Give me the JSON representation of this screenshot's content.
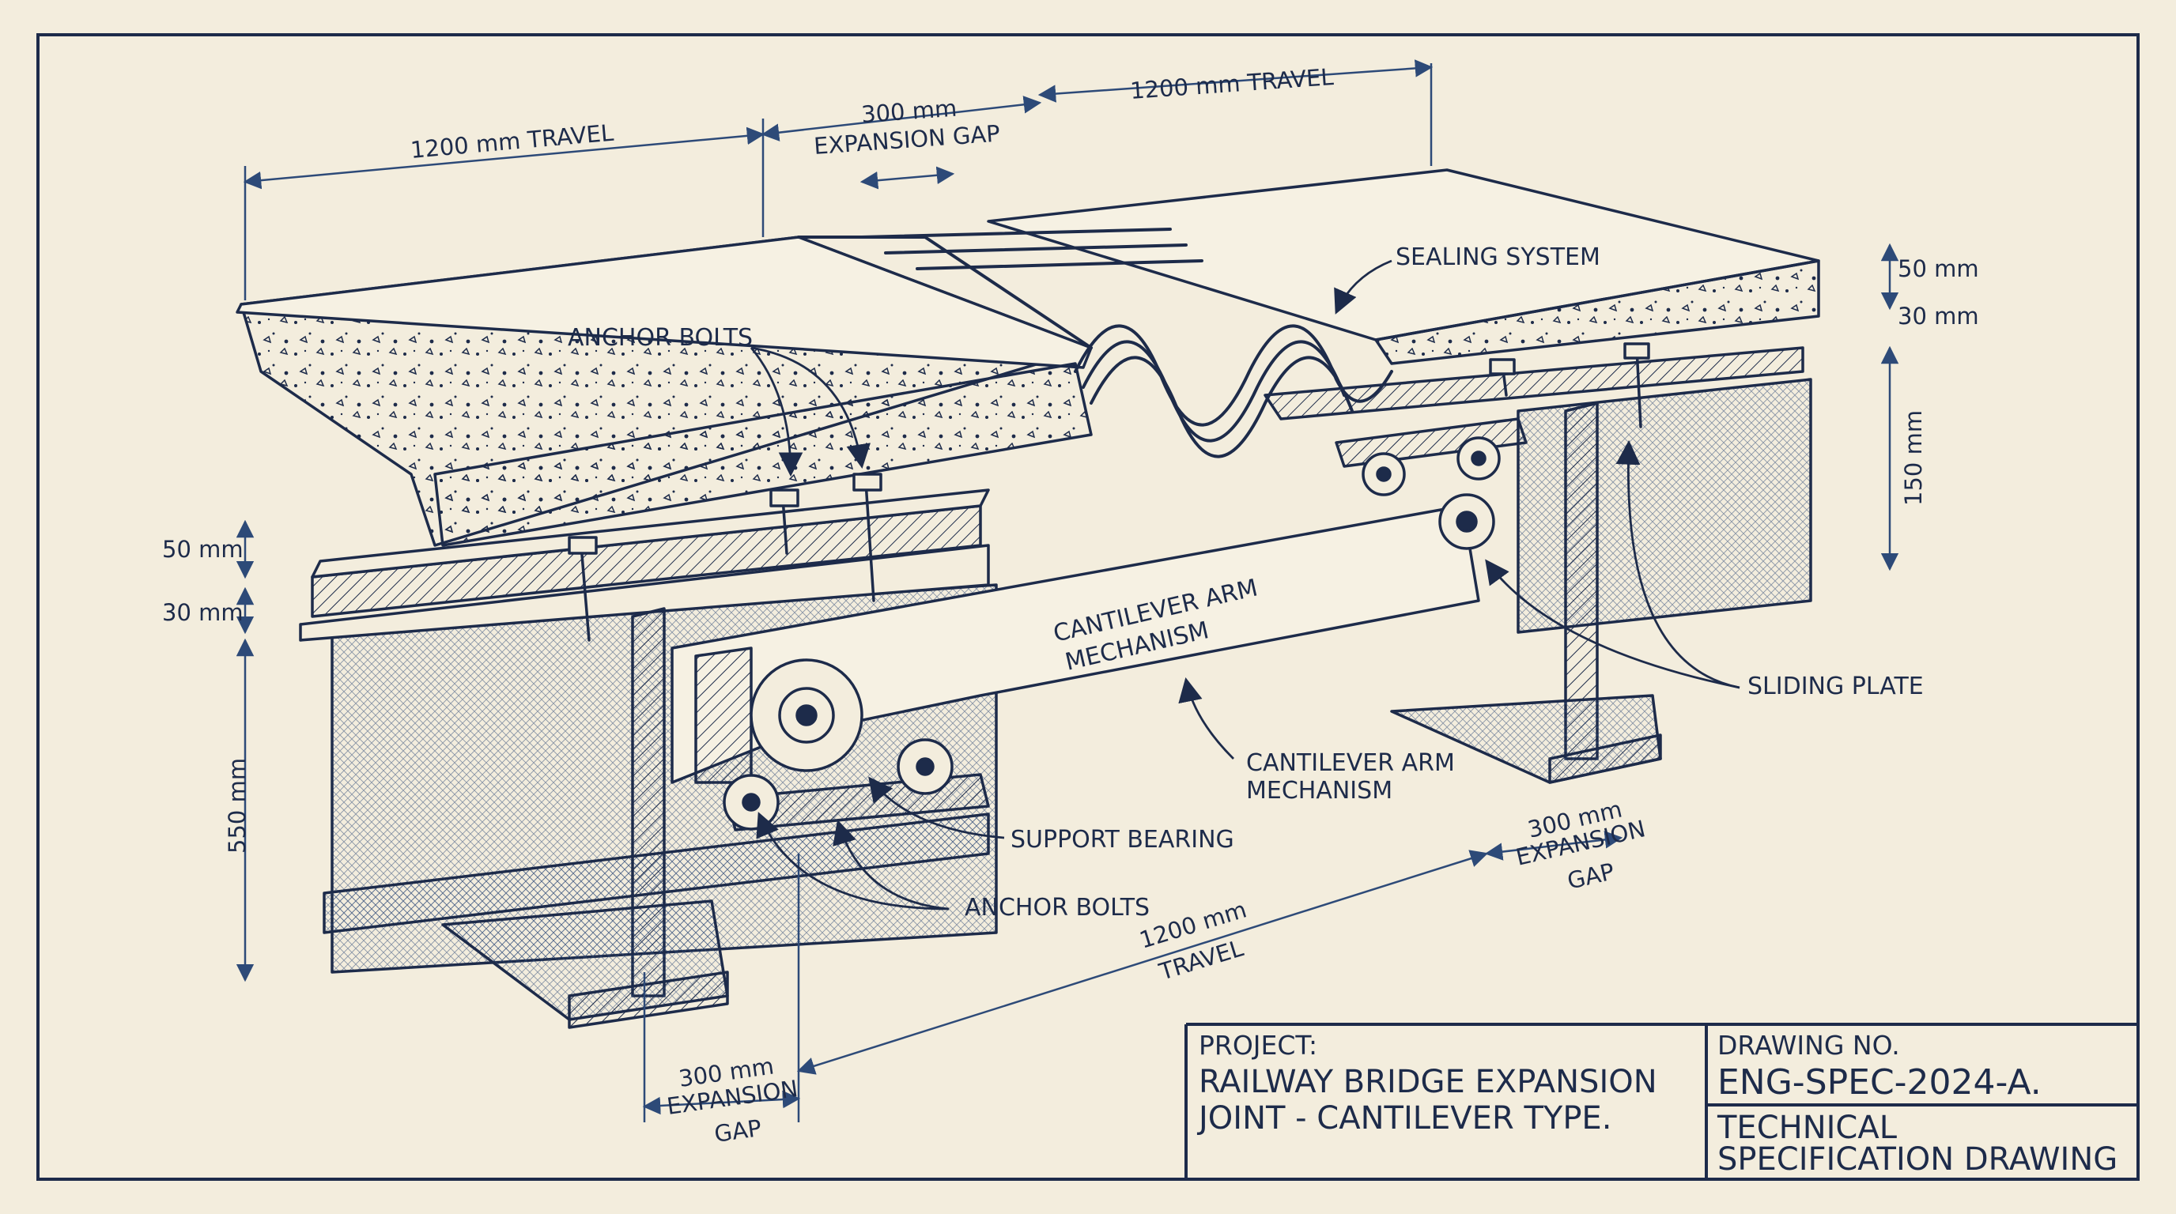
{
  "dimensions": {
    "travel_left_top": "1200 mm TRAVEL",
    "gap_top_1": "300 mm",
    "gap_top_2": "EXPANSION GAP",
    "travel_right_top": "1200 mm TRAVEL",
    "right_50": "50 mm",
    "right_30": "30 mm",
    "right_150": "150 mm",
    "left_50": "50 mm",
    "left_30": "30 mm",
    "left_550": "550 mm",
    "travel_bottom_1": "1200 mm",
    "travel_bottom_2": "TRAVEL",
    "gap_bottom_left_1": "300 mm",
    "gap_bottom_left_2": "EXPANSION",
    "gap_bottom_left_3": "GAP",
    "gap_bottom_right_1": "300 mm",
    "gap_bottom_right_2": "EXPANSION",
    "gap_bottom_right_3": "GAP"
  },
  "callouts": {
    "anchor_bolts_top": "ANCHOR BOLTS",
    "sealing_system": "SEALING SYSTEM",
    "arm_on_part_1": "CANTILEVER ARM",
    "arm_on_part_2": "MECHANISM",
    "arm_label_1": "CANTILEVER ARM",
    "arm_label_2": "MECHANISM",
    "sliding_plate": "SLIDING PLATE",
    "support_bearing": "SUPPORT BEARING",
    "anchor_bolts_bottom": "ANCHOR BOLTS"
  },
  "title_block": {
    "project_label": "PROJECT:",
    "project_line_1": "RAILWAY BRIDGE EXPANSION",
    "project_line_2": "JOINT - CANTILEVER TYPE.",
    "drawing_no_label": "DRAWING NO.",
    "drawing_no": "ENG-SPEC-2024-A.",
    "type_line_1": "TECHNICAL",
    "type_line_2": "SPECIFICATION DRAWING"
  },
  "colors": {
    "paper": "#f3eddd",
    "ink": "#1d2b4a",
    "dim_ink": "#2d4a78"
  }
}
